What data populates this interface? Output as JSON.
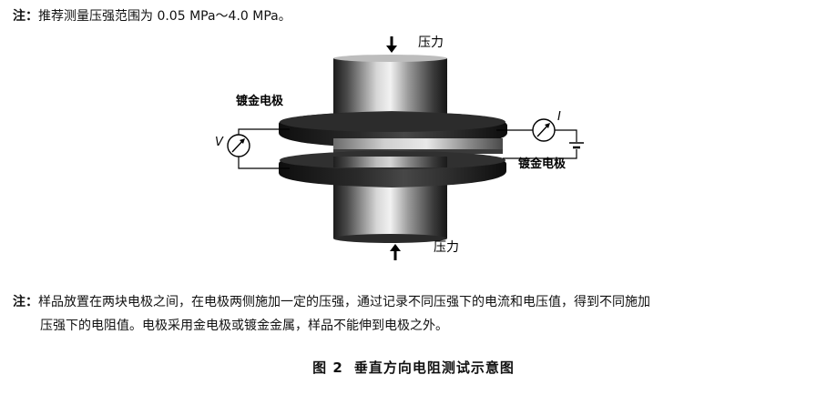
{
  "note_top": {
    "label": "注：",
    "text": "推荐测量压强范围为 0.05 MPa～4.0 MPa。"
  },
  "diagram": {
    "pressure_top": "压力",
    "pressure_bottom": "压力",
    "electrode_left": "镀金电极",
    "electrode_right": "镀金电极",
    "voltmeter_symbol": "V",
    "ammeter_symbol": "I"
  },
  "note_bottom": {
    "label": "注：",
    "line1": "样品放置在两块电极之间，在电极两侧施加一定的压强，通过记录不同压强下的电流和电压值，得到不同施加",
    "line2": "压强下的电阻值。电极采用金电极或镀金金属，样品不能伸到电极之外。"
  },
  "caption": {
    "number": "图 2",
    "title": "垂直方向电阻测试示意图"
  }
}
